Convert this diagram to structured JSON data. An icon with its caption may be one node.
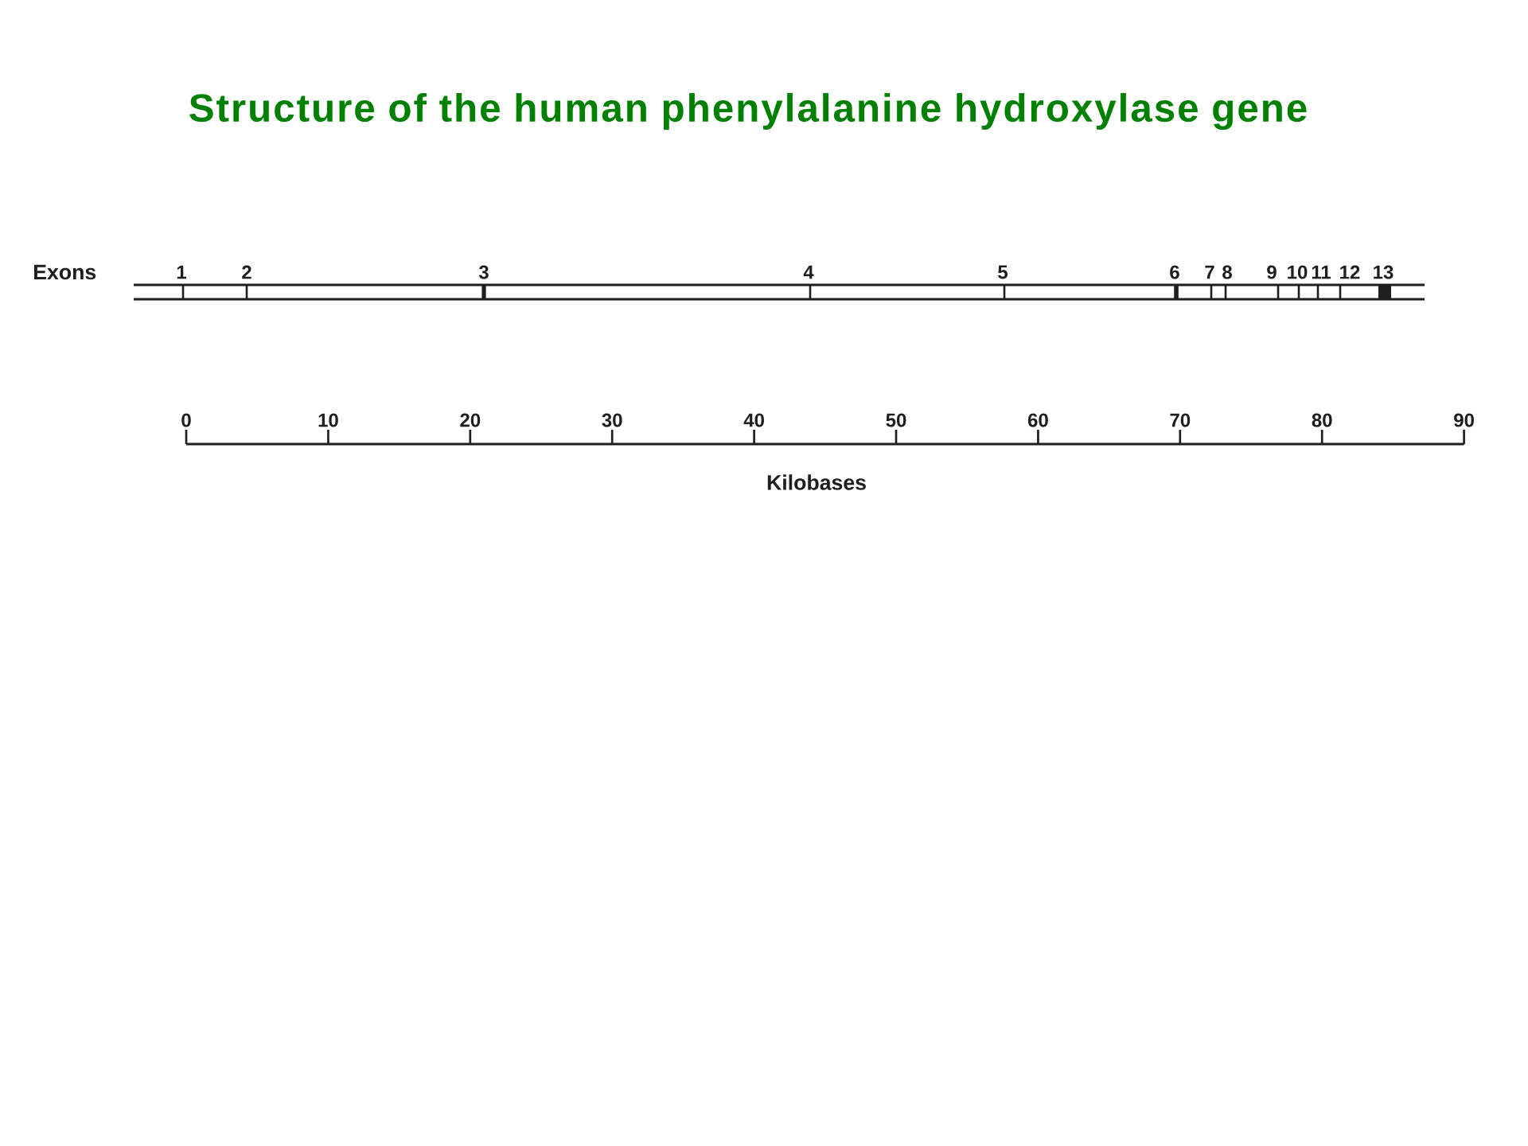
{
  "diagram": {
    "title": "Structure of the human phenylalanine hydroxylase gene",
    "labels": [
      "Exons",
      "1",
      "2",
      "3",
      "4",
      "5",
      "6",
      "7",
      "8",
      "9",
      "10",
      "11",
      "12",
      "13",
      "0",
      "10",
      "20",
      "30",
      "40",
      "50",
      "60",
      "70",
      "80",
      "90",
      "Kilobases"
    ]
  }
}
